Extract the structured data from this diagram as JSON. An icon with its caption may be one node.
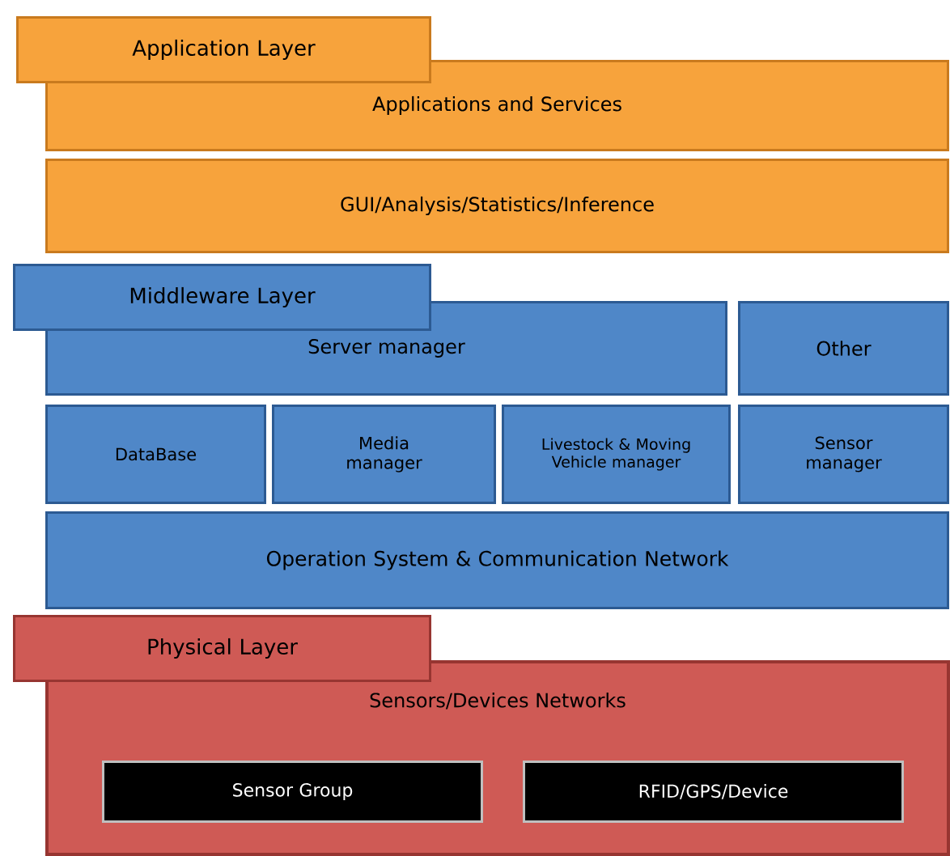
{
  "diagram": {
    "nodes": [
      {
        "text": [
          "Application Layer"
        ]
      },
      {
        "text": [
          "Applications and Services"
        ]
      },
      {
        "text": [
          "GUI/Analysis/Statistics/Inference"
        ]
      },
      {
        "text": [
          "Middleware Layer"
        ]
      },
      {
        "text": [
          "Server manager"
        ]
      },
      {
        "text": [
          "Other"
        ]
      },
      {
        "text": [
          "DataBase"
        ]
      },
      {
        "text": [
          "Media manager"
        ]
      },
      {
        "text": [
          "Livestock & Moving Vehicle manager"
        ]
      },
      {
        "text": [
          "Sensor manager"
        ]
      },
      {
        "text": [
          "Operation System & Communication Network"
        ]
      },
      {
        "text": [
          "Physical Layer"
        ]
      },
      {
        "text": [
          "Sensors/Devices Networks"
        ]
      },
      {
        "text": [
          "Sensor Group"
        ],
        "in": 12
      },
      {
        "text": [
          "RFID/GPS/Device"
        ],
        "in": 12
      }
    ]
  }
}
